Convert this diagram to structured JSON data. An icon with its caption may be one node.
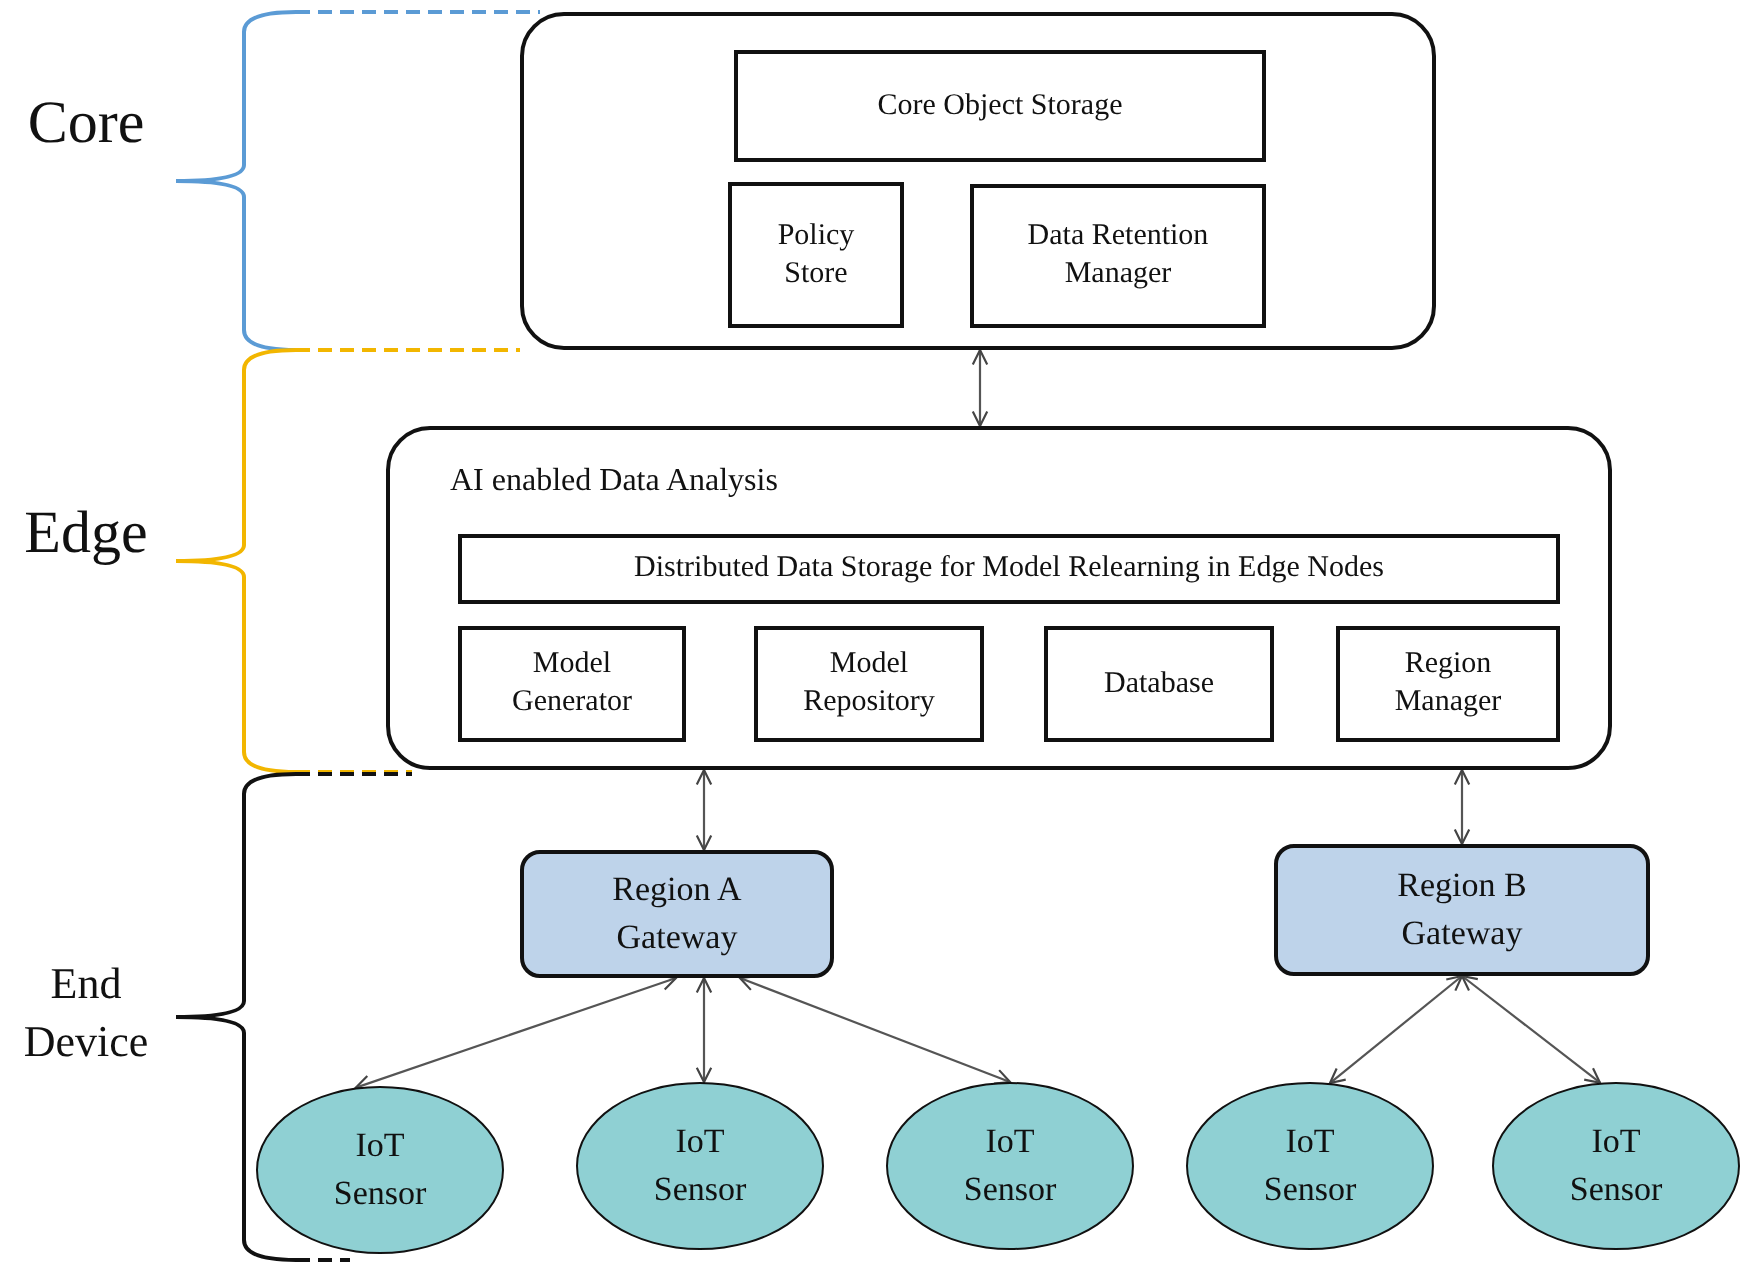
{
  "diagram": {
    "nodes": [
      {
        "text": [],
        "shape": "box"
      },
      {
        "text": [
          "Core Object Storage"
        ],
        "in": 0
      },
      {
        "text": [
          "Policy Store"
        ],
        "in": 0
      },
      {
        "text": [
          "Data Retention Manager"
        ],
        "in": 0
      },
      {
        "text": [
          "AI enabled Data Analysis"
        ]
      },
      {
        "text": [
          "Distributed Data Storage for Model Relearning in Edge Nodes"
        ],
        "in": 4
      },
      {
        "text": [
          "Model Generator"
        ],
        "in": 4
      },
      {
        "text": [
          "Model Repository"
        ],
        "in": 4
      },
      {
        "text": [
          "Database"
        ],
        "in": 4
      },
      {
        "text": [
          "Region Manager"
        ],
        "in": 4
      },
      {
        "text": [
          "Region A Gateway"
        ]
      },
      {
        "text": [
          "Region B Gateway"
        ]
      },
      {
        "text": [
          "IoT Sensor"
        ]
      },
      {
        "text": [
          "IoT Sensor"
        ]
      },
      {
        "text": [
          "IoT Sensor"
        ]
      },
      {
        "text": [
          "IoT Sensor"
        ]
      },
      {
        "text": [
          "IoT Sensor"
        ]
      }
    ],
    "edges": [
      {
        "from": 0,
        "to": 4,
        "arrow": "both"
      },
      {
        "from": 4,
        "to": 10,
        "arrow": "both"
      },
      {
        "from": 4,
        "to": 11,
        "arrow": "both"
      },
      {
        "from": 10,
        "to": 12,
        "arrow": "both"
      },
      {
        "from": 10,
        "to": 13,
        "arrow": "both"
      },
      {
        "from": 10,
        "to": 14,
        "arrow": "both"
      },
      {
        "from": 11,
        "to": 15,
        "arrow": "both"
      },
      {
        "from": 11,
        "to": 16,
        "arrow": "both"
      }
    ],
    "labels": [
      "Core",
      "Edge",
      "End Device"
    ]
  }
}
